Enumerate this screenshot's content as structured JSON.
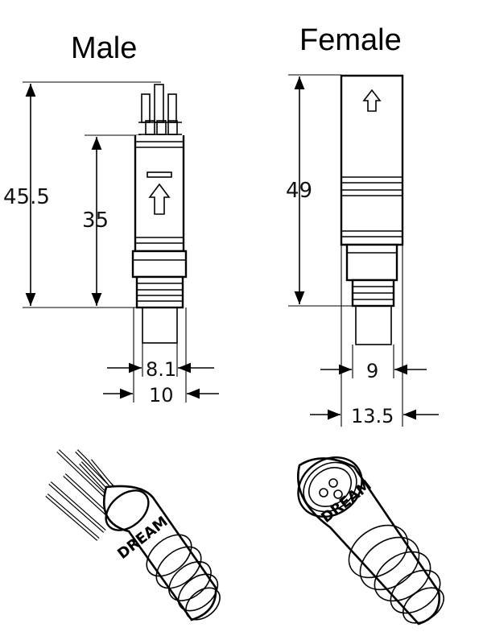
{
  "male": {
    "title": "Male",
    "dims": {
      "overall_length": "45.5",
      "body_length": "35",
      "inner_diameter": "8.1",
      "outer_diameter": "10"
    },
    "brand": "DREAM"
  },
  "female": {
    "title": "Female",
    "dims": {
      "overall_length": "49",
      "inner_diameter": "9",
      "outer_diameter": "13.5"
    },
    "brand": "DREAM"
  }
}
